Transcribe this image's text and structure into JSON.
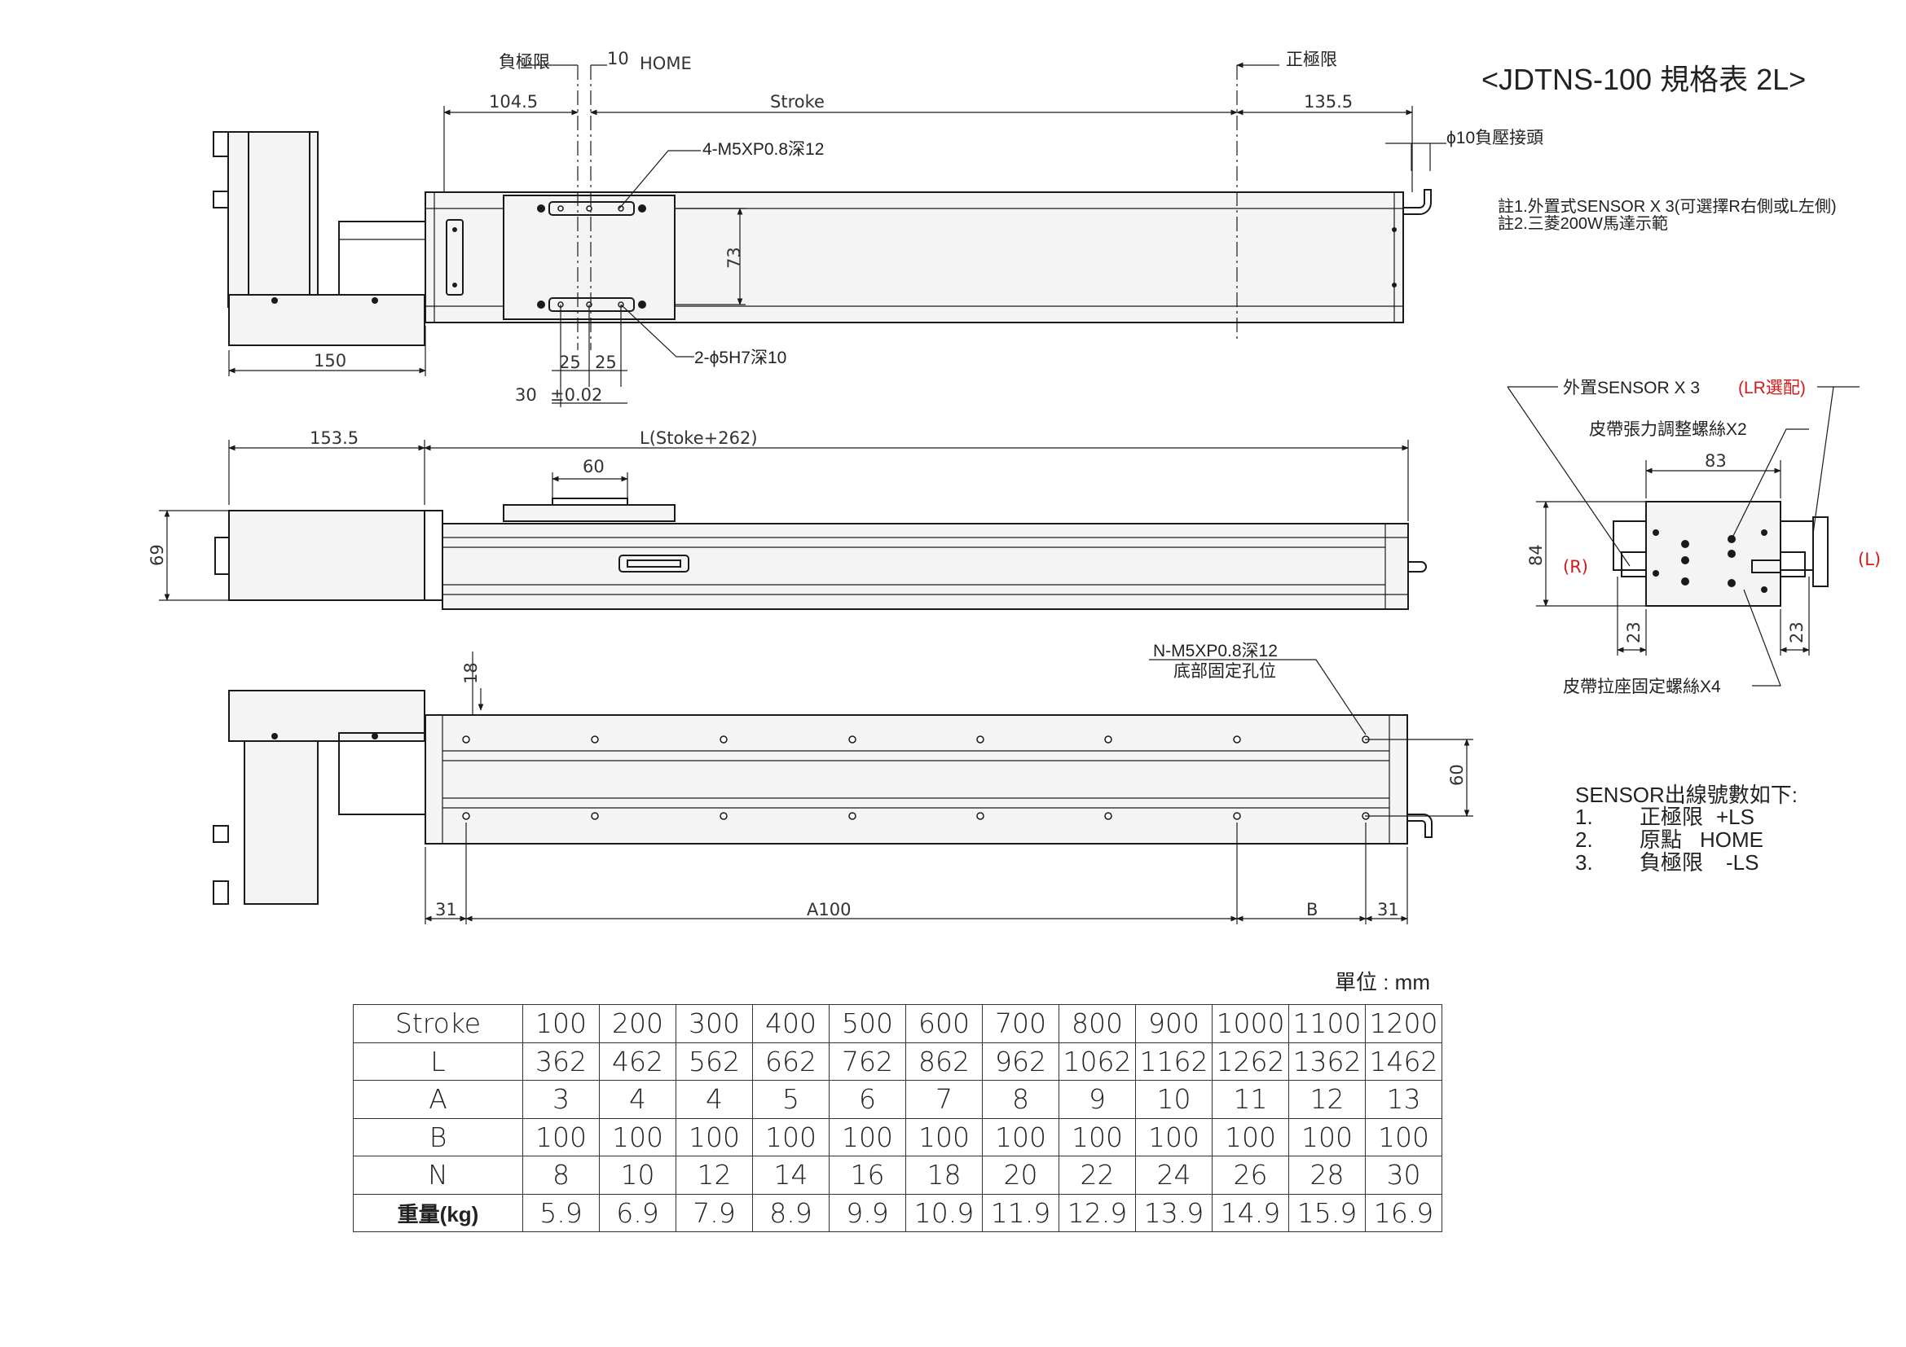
{
  "title": "<JDTNS-100 規格表 2L>",
  "notes": [
    "註1.外置式SENSOR X 3(可選擇R右側或L左側)",
    "註2.三菱200W馬達示範"
  ],
  "top_view": {
    "neg_limit": "負極限",
    "home_label": "HOME",
    "home_offset": "10",
    "pos_limit": "正極限",
    "dim_left": "104.5",
    "dim_stroke": "Stroke",
    "dim_right": "135.5",
    "nozzle": "ϕ10負壓接頭",
    "tapped_holes": "4-M5XP0.8深12",
    "dim_height": "73",
    "pin_holes": "2-ϕ5H7深10",
    "dim_25a": "25",
    "dim_25b": "25",
    "dim_30": "30",
    "tolerance": "±0.02",
    "motor_width": "150"
  },
  "side_view": {
    "motor_length": "153.5",
    "length_formula": "L(Stoke+262)",
    "carriage_width": "60",
    "height": "69"
  },
  "bottom_view": {
    "mount_holes": "N-M5XP0.8深12",
    "mount_desc": "底部固定孔位",
    "dim_18": "18",
    "dim_60": "60",
    "dim_31_left": "31",
    "dim_a": "A100",
    "dim_b": "B",
    "dim_31_right": "31"
  },
  "end_view": {
    "sensor_label": "外置SENSOR X 3",
    "sensor_option": "(LR選配)",
    "belt_tension": "皮帶張力調整螺絲X2",
    "width": "83",
    "height": "84",
    "side_r": "(R)",
    "side_l": "(L)",
    "dim_23a": "23",
    "dim_23b": "23",
    "belt_clamp": "皮帶拉座固定螺絲X4"
  },
  "sensor_list": {
    "heading": "SENSOR出線號數如下:",
    "items": [
      {
        "num": "1.",
        "name": "正極限",
        "code": "+LS"
      },
      {
        "num": "2.",
        "name": "原點",
        "code": "HOME"
      },
      {
        "num": "3.",
        "name": "負極限",
        "code": "-LS"
      }
    ]
  },
  "unit": "單位 : mm",
  "spec_table": {
    "rows": [
      {
        "label": "Stroke",
        "values": [
          "100",
          "200",
          "300",
          "400",
          "500",
          "600",
          "700",
          "800",
          "900",
          "1000",
          "1100",
          "1200"
        ]
      },
      {
        "label": "L",
        "values": [
          "362",
          "462",
          "562",
          "662",
          "762",
          "862",
          "962",
          "1062",
          "1162",
          "1262",
          "1362",
          "1462"
        ]
      },
      {
        "label": "A",
        "values": [
          "3",
          "4",
          "4",
          "5",
          "6",
          "7",
          "8",
          "9",
          "10",
          "11",
          "12",
          "13"
        ]
      },
      {
        "label": "B",
        "values": [
          "100",
          "100",
          "100",
          "100",
          "100",
          "100",
          "100",
          "100",
          "100",
          "100",
          "100",
          "100"
        ]
      },
      {
        "label": "N",
        "values": [
          "8",
          "10",
          "12",
          "14",
          "16",
          "18",
          "20",
          "22",
          "24",
          "26",
          "28",
          "30"
        ]
      },
      {
        "label": "重量(kg)",
        "values": [
          "5.9",
          "6.9",
          "7.9",
          "8.9",
          "9.9",
          "10.9",
          "11.9",
          "12.9",
          "13.9",
          "14.9",
          "15.9",
          "16.9"
        ]
      }
    ]
  }
}
